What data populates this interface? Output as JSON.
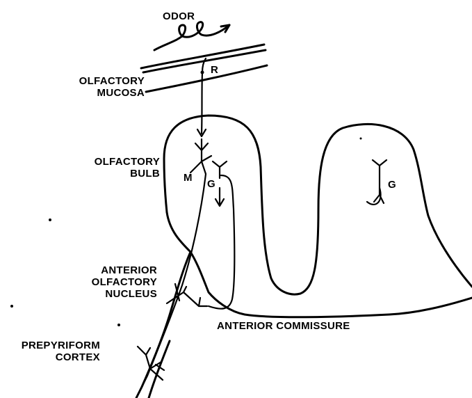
{
  "labels": {
    "odor": "ODOR",
    "receptor": "R",
    "mucosa_line1": "OLFACTORY",
    "mucosa_line2": "MUCOSA",
    "bulb_line1": "OLFACTORY",
    "bulb_line2": "BULB",
    "mitral": "M",
    "granule_left": "G",
    "granule_right": "G",
    "aon_line1": "ANTERIOR",
    "aon_line2": "OLFACTORY",
    "aon_line3": "NUCLEUS",
    "commissure": "ANTERIOR COMMISSURE",
    "prepyriform_line1": "PREPYRIFORM",
    "prepyriform_line2": "CORTEX"
  },
  "colors": {
    "ink": "#000000",
    "background": "#ffffff"
  }
}
